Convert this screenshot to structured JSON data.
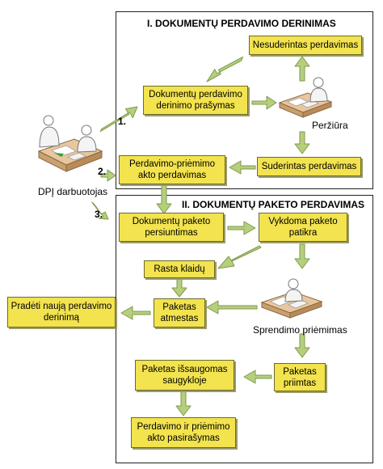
{
  "section1": {
    "title": "I. DOKUMENTŲ PERDAVIMO DERINIMAS"
  },
  "section2": {
    "title": "II. DOKUMENTŲ PAKETO PERDAVIMAS"
  },
  "actor": {
    "label": "DPĮ darbuotojas"
  },
  "review": {
    "label": "Peržiūra"
  },
  "decision": {
    "label": "Sprendimo priėmimas"
  },
  "steps": {
    "s1": "1.",
    "s2": "2.",
    "s3": "3."
  },
  "boxes": {
    "nesuderintas": "Nesuderintas perdavimas",
    "prasymas": "Dokumentų perdavimo derinimo prašymas",
    "suderintas": "Suderintas perdavimas",
    "aktoPerdavimas": "Perdavimo-priėmimo akto perdavimas",
    "persiuntimas": "Dokumentų paketo persiuntimas",
    "patikra": "Vykdoma paketo patikra",
    "klaidu": "Rasta klaidų",
    "atmestas": "Paketas atmestas",
    "naujas": "Pradėti naują perdavimo derinimą",
    "priimtas": "Paketas priimtas",
    "saugykla": "Paketas išsaugomas saugykloje",
    "pasirasymas": "Perdavimo ir priėmimo akto pasirašymas"
  },
  "colors": {
    "box_fill": "#f2e34f",
    "box_border": "#6b6b2a",
    "arrow_fill": "#b5cf7c",
    "arrow_stroke": "#7f9a4b"
  }
}
